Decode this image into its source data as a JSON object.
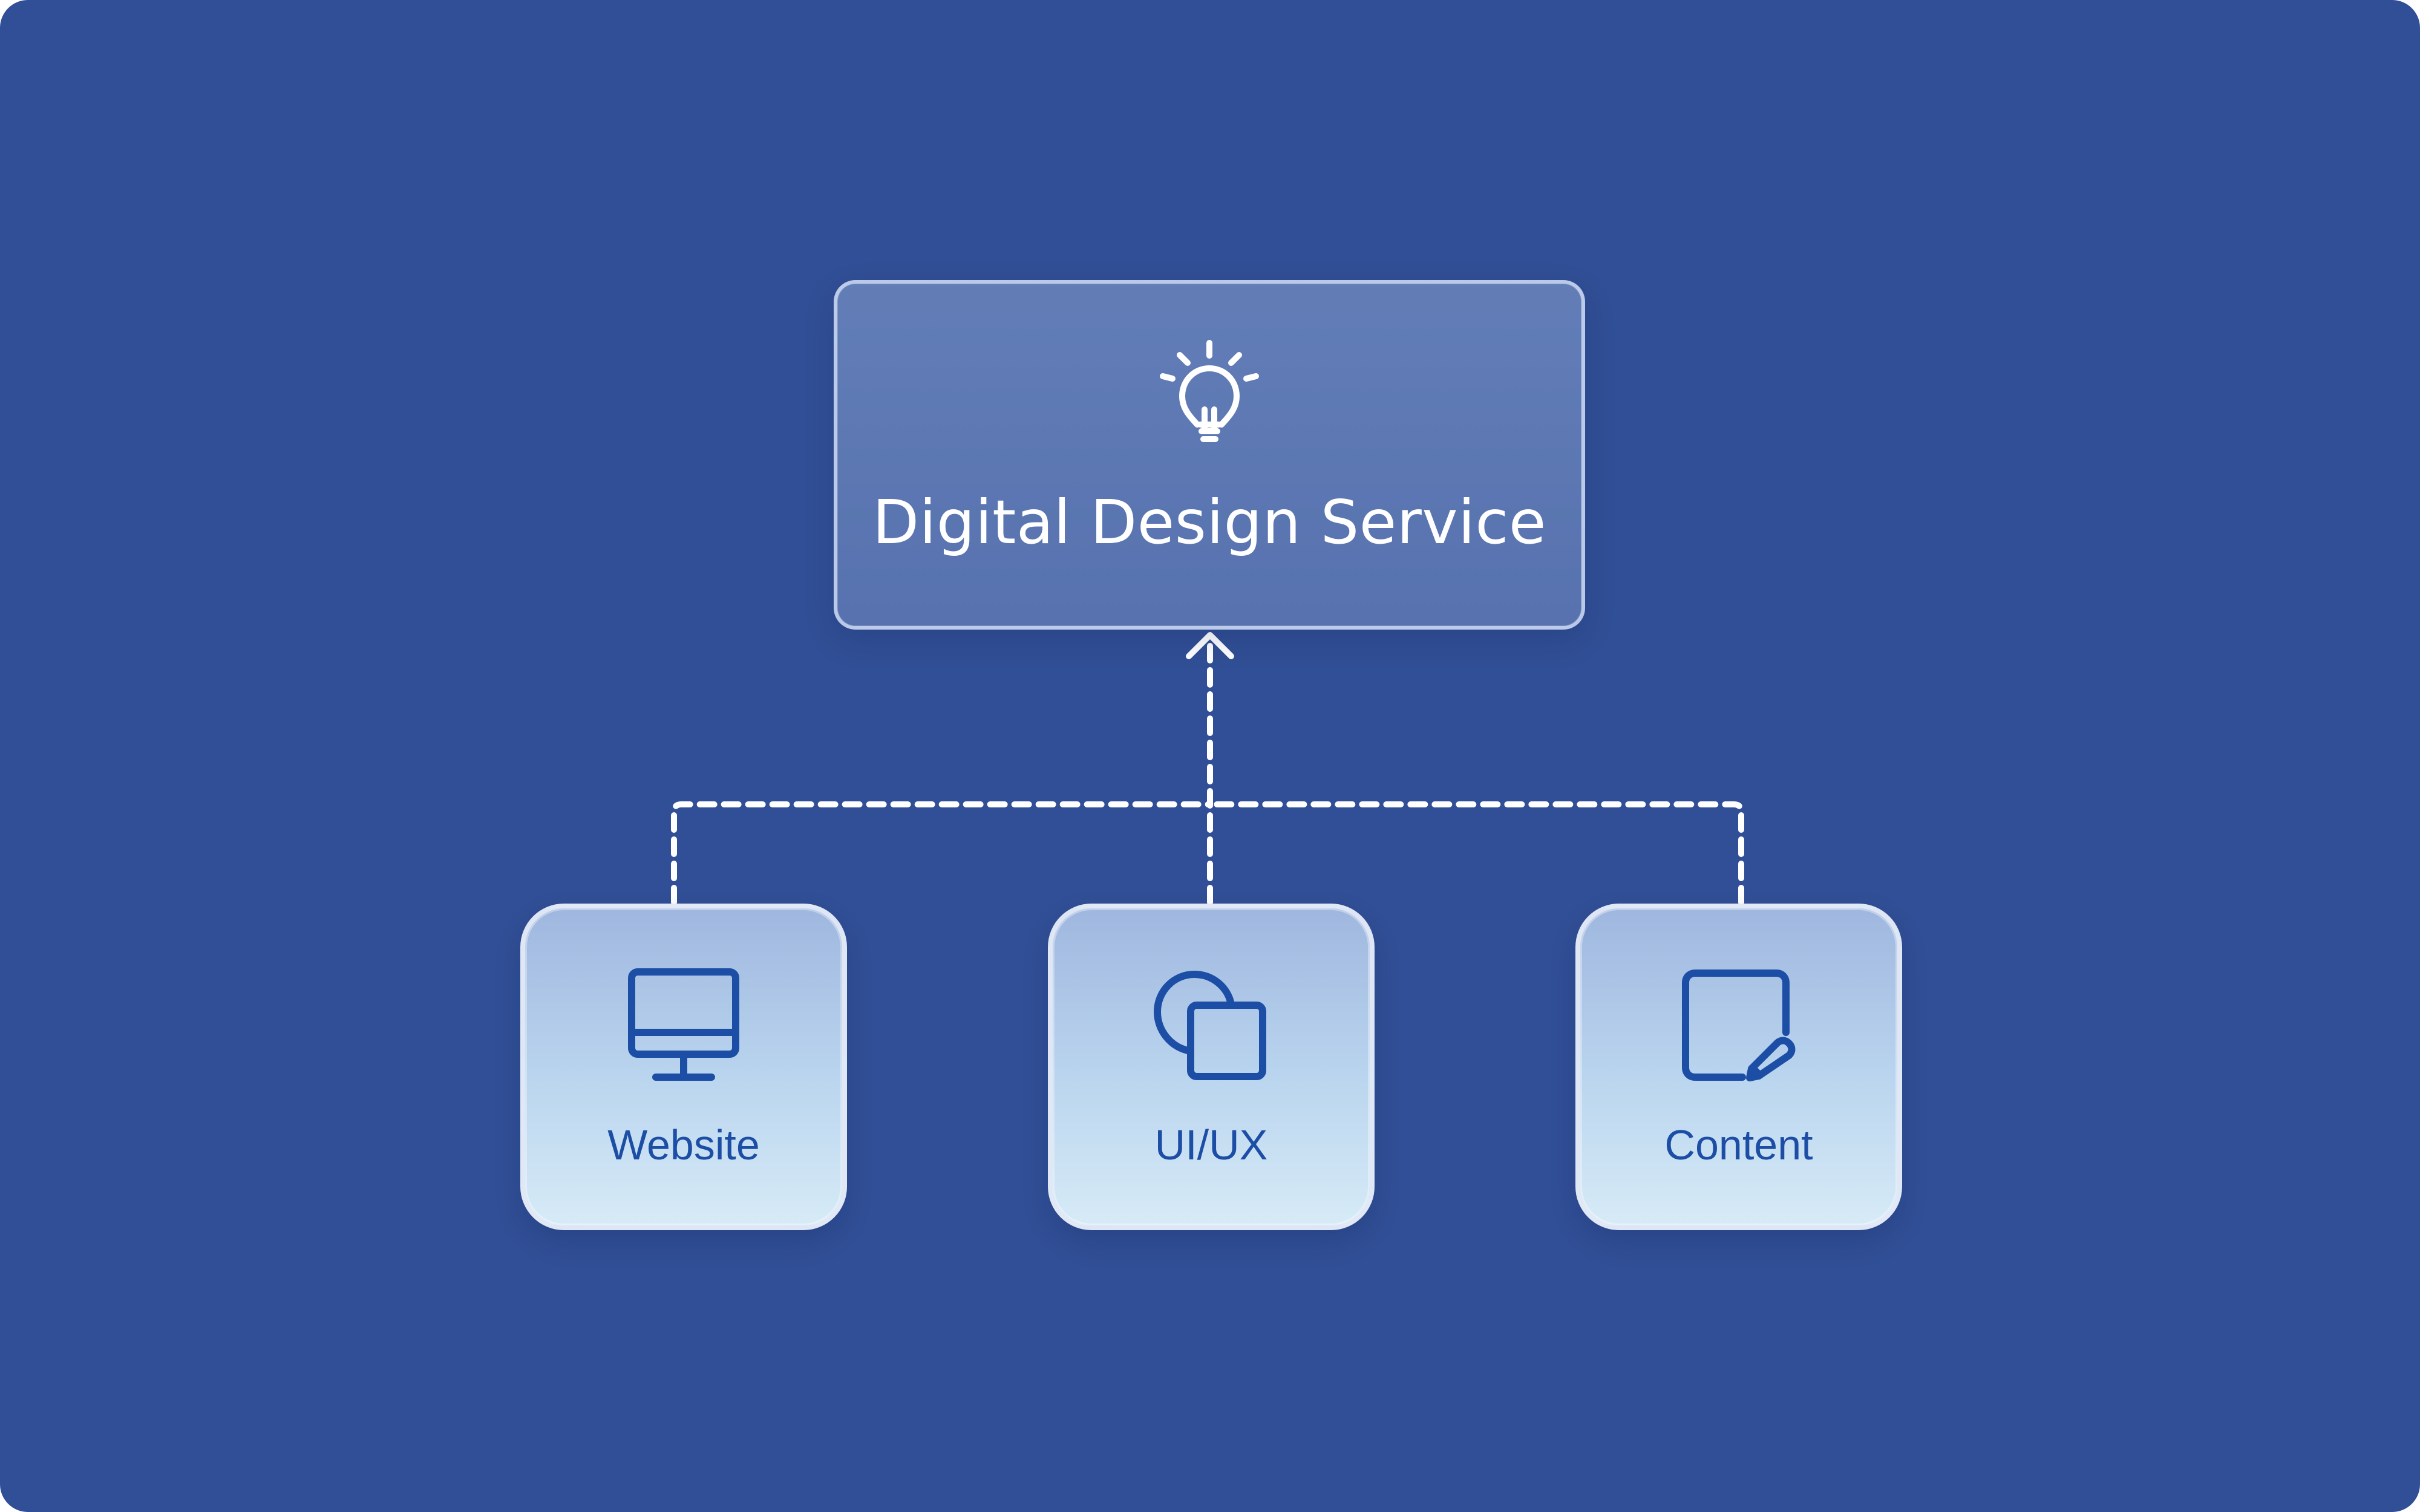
{
  "colors": {
    "background": "#314f96",
    "connector": "#ffffff",
    "root_text": "#ffffff",
    "child_text": "#1d4ea6",
    "child_icon": "#1d4ea6"
  },
  "root": {
    "title": "Digital Design Service",
    "icon": "lightbulb-icon"
  },
  "children": [
    {
      "label": "Website",
      "icon": "desktop-monitor-icon"
    },
    {
      "label": "UI/UX",
      "icon": "circle-square-shapes-icon"
    },
    {
      "label": "Content",
      "icon": "edit-document-icon"
    }
  ]
}
